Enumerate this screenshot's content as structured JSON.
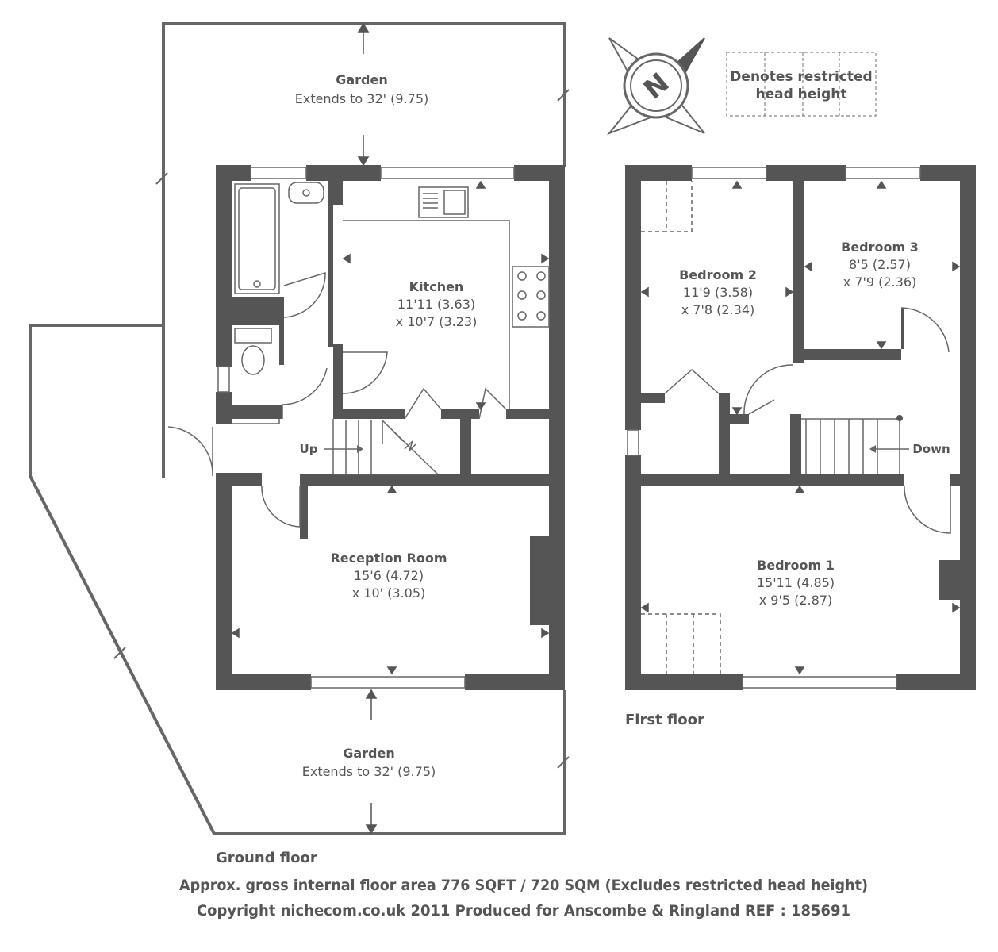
{
  "legend": {
    "line1": "Denotes restricted",
    "line2": "head height"
  },
  "garden_top": {
    "name": "Garden",
    "dim": "Extends to 32' (9.75)"
  },
  "garden_bottom": {
    "name": "Garden",
    "dim": "Extends to 32' (9.75)"
  },
  "kitchen": {
    "name": "Kitchen",
    "dim1": "11'11 (3.63)",
    "dim2": "x 10'7 (3.23)"
  },
  "reception": {
    "name": "Reception Room",
    "dim1": "15'6 (4.72)",
    "dim2": "x 10' (3.05)"
  },
  "bedroom2": {
    "name": "Bedroom 2",
    "dim1": "11'9 (3.58)",
    "dim2": "x 7'8 (2.34)"
  },
  "bedroom3": {
    "name": "Bedroom 3",
    "dim1": "8'5 (2.57)",
    "dim2": "x 7'9 (2.36)"
  },
  "bedroom1": {
    "name": "Bedroom 1",
    "dim1": "15'11 (4.85)",
    "dim2": "x 9'5 (2.87)"
  },
  "stairs": {
    "up": "Up",
    "down": "Down"
  },
  "compass": {
    "letter": "N"
  },
  "floors": {
    "ground": "Ground floor",
    "first": "First floor"
  },
  "footer": {
    "area": "Approx. gross internal floor area 776 SQFT / 720 SQM (Excludes restricted head height)",
    "copyright": "Copyright nichecom.co.uk 2011 Produced for Anscombe & Ringland REF : 185691"
  },
  "colors": {
    "wall": "#555555",
    "line": "#666666",
    "text": "#555555"
  }
}
